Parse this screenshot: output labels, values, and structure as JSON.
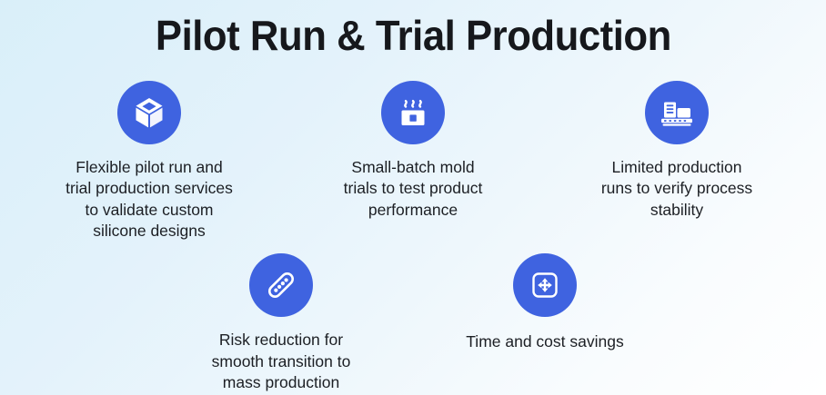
{
  "theme": {
    "background_start": "#d9eff9",
    "background_end": "#ffffff",
    "accent": "#3f63e0",
    "icon_color": "#ffffff",
    "title_color": "#16181c",
    "text_color": "#1c1f24"
  },
  "header": {
    "title": "Pilot Run & Trial Production"
  },
  "features_top": [
    {
      "icon": "open-box-icon",
      "text": "Flexible pilot run and\ntrial production services\nto validate custom\nsilicone designs"
    },
    {
      "icon": "mold-steam-icon",
      "text": "Small-batch mold\ntrials to test product\nperformance"
    },
    {
      "icon": "conveyor-belt-icon",
      "text": "Limited production\nruns to verify process\nstability"
    }
  ],
  "features_bottom": [
    {
      "icon": "bandage-icon",
      "text": "Risk reduction for\nsmooth transition to\nmass production"
    },
    {
      "icon": "compress-arrows-icon",
      "text": "Time and cost savings"
    }
  ]
}
